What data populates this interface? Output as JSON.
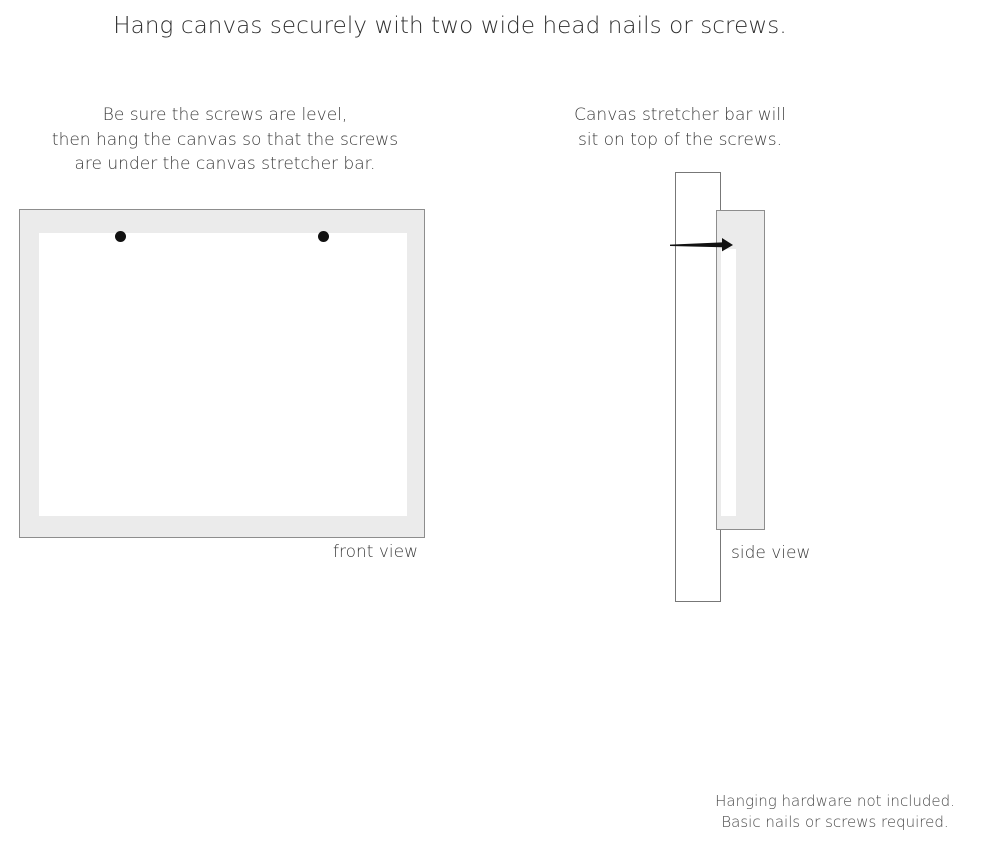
{
  "title": "Hang canvas securely with two wide head nails or screws.",
  "captions": {
    "left": {
      "line1": "Be sure the screws are level,",
      "line2": "then hang the canvas so that the screws",
      "line3": "are under the canvas stretcher bar."
    },
    "right": {
      "line1": "Canvas stretcher bar will",
      "line2": "sit on top of the screws."
    }
  },
  "diagrams": {
    "front": {
      "label": "front view",
      "frame_color": "#ebebeb",
      "frame_border_color": "#8d8d8d",
      "canvas_color": "#ffffff",
      "screw_color": "#111111",
      "screw_count": 2
    },
    "side": {
      "label": "side view",
      "wall_color": "#ffffff",
      "wall_border_color": "#777777",
      "stretcher_bar_color": "#ebebeb",
      "stretcher_bar_border_color": "#8d8d8d",
      "nail_color": "#111111"
    }
  },
  "footer": {
    "line1": "Hanging hardware not included.",
    "line2": "Basic nails or screws required."
  }
}
